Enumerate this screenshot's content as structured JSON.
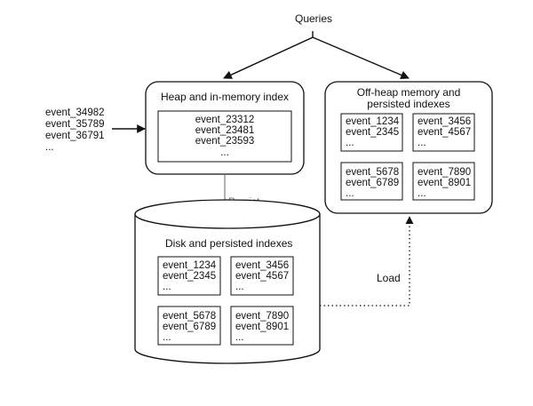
{
  "queries_label": "Queries",
  "incoming_events": [
    "event_34982",
    "event_35789",
    "event_36791",
    "..."
  ],
  "heap": {
    "title": "Heap and in-memory index",
    "events": [
      "event_23312",
      "event_23481",
      "event_23593",
      "..."
    ]
  },
  "offheap": {
    "title_line1": "Off-heap memory and",
    "title_line2": "persisted indexes",
    "boxes": [
      [
        "event_1234",
        "event_2345",
        "..."
      ],
      [
        "event_3456",
        "event_4567",
        "..."
      ],
      [
        "event_5678",
        "event_6789",
        "..."
      ],
      [
        "event_7890",
        "event_8901",
        "..."
      ]
    ]
  },
  "persist_label": "Persist",
  "disk": {
    "title": "Disk and persisted indexes",
    "boxes": [
      [
        "event_1234",
        "event_2345",
        "..."
      ],
      [
        "event_3456",
        "event_4567",
        "..."
      ],
      [
        "event_5678",
        "event_6789",
        "..."
      ],
      [
        "event_7890",
        "event_8901",
        "..."
      ]
    ]
  },
  "load_label": "Load"
}
